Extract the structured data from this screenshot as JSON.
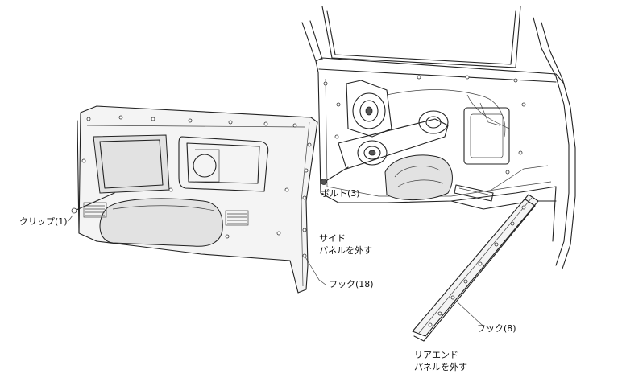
{
  "labels": {
    "clip": "クリップ(1)",
    "bolt": "ボルト(3)",
    "side_panel_line1": "サイド",
    "side_panel_line2": "パネルを外す",
    "hook_side": "フック(18)",
    "hook_rear": "フック(8)",
    "rear_end_line1": "リアエンド",
    "rear_end_line2": "パネルを外す"
  }
}
